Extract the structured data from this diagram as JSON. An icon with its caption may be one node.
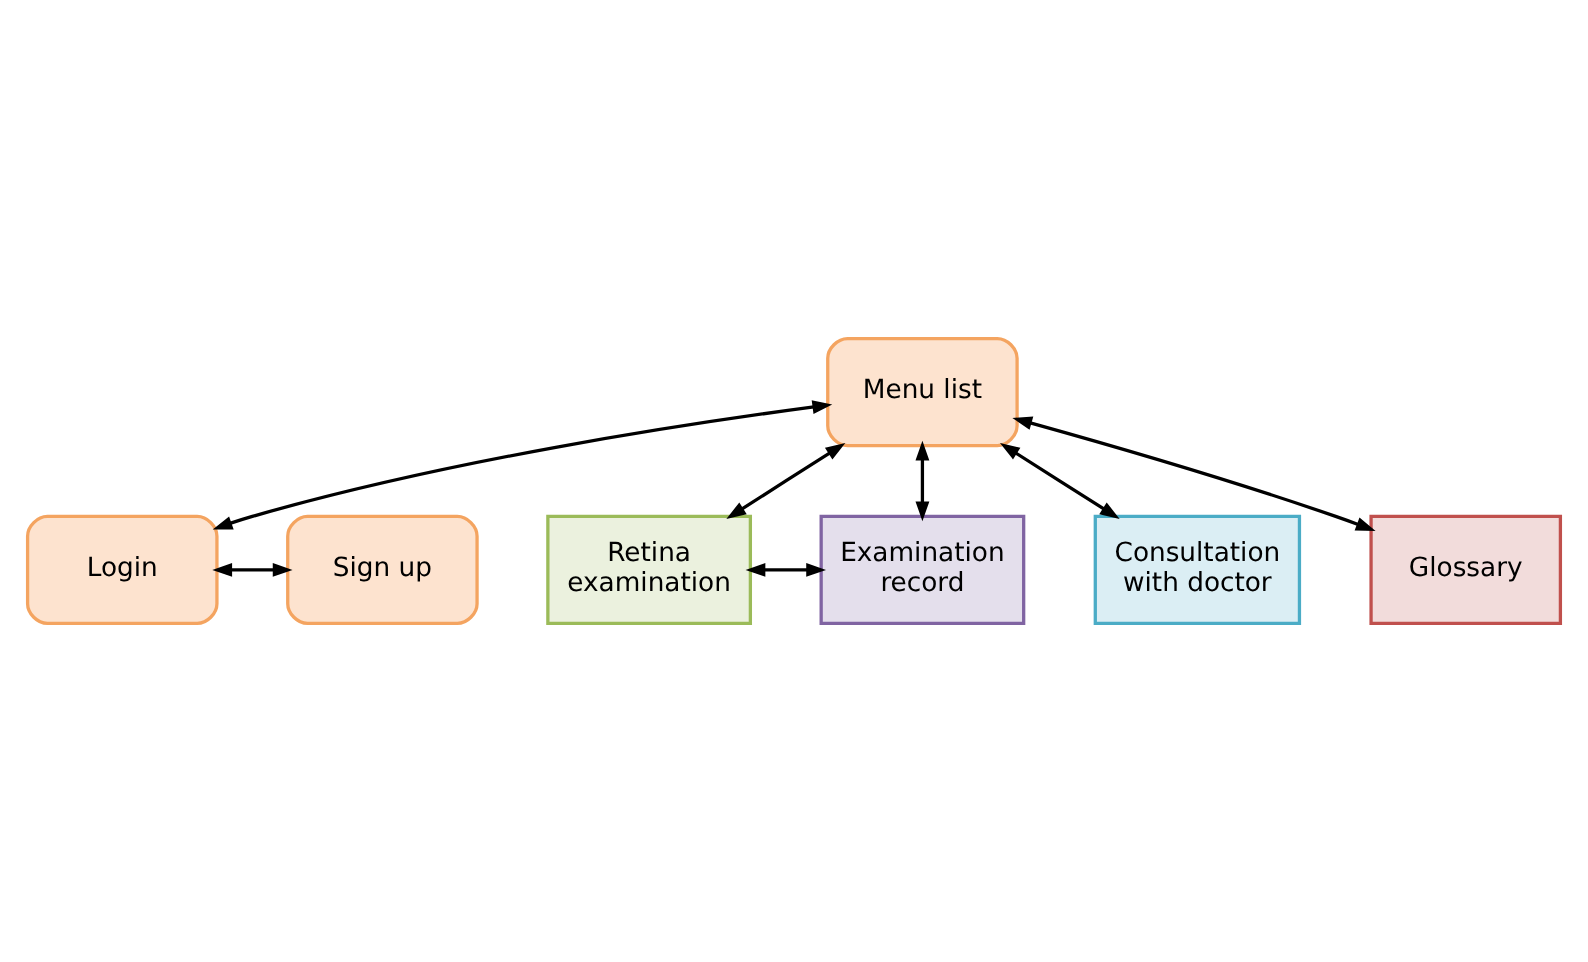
{
  "diagram": {
    "nodes": [
      {
        "text": [
          "Login"
        ]
      },
      {
        "text": [
          "Sign up"
        ]
      },
      {
        "text": [
          "Menu list"
        ]
      },
      {
        "text": [
          "Retina examination"
        ]
      },
      {
        "text": [
          "Examination record"
        ]
      },
      {
        "text": [
          "Consultation with doctor"
        ]
      },
      {
        "text": [
          "Glossary"
        ]
      }
    ],
    "edges": [
      {
        "from": 2,
        "to": 0,
        "arrow": "both"
      },
      {
        "from": 0,
        "to": 1,
        "arrow": "both"
      },
      {
        "from": 2,
        "to": 3,
        "arrow": "both"
      },
      {
        "from": 3,
        "to": 4,
        "arrow": "both"
      },
      {
        "from": 2,
        "to": 4,
        "arrow": "both"
      },
      {
        "from": 2,
        "to": 5,
        "arrow": "both"
      },
      {
        "from": 2,
        "to": 6,
        "arrow": "both"
      }
    ]
  }
}
